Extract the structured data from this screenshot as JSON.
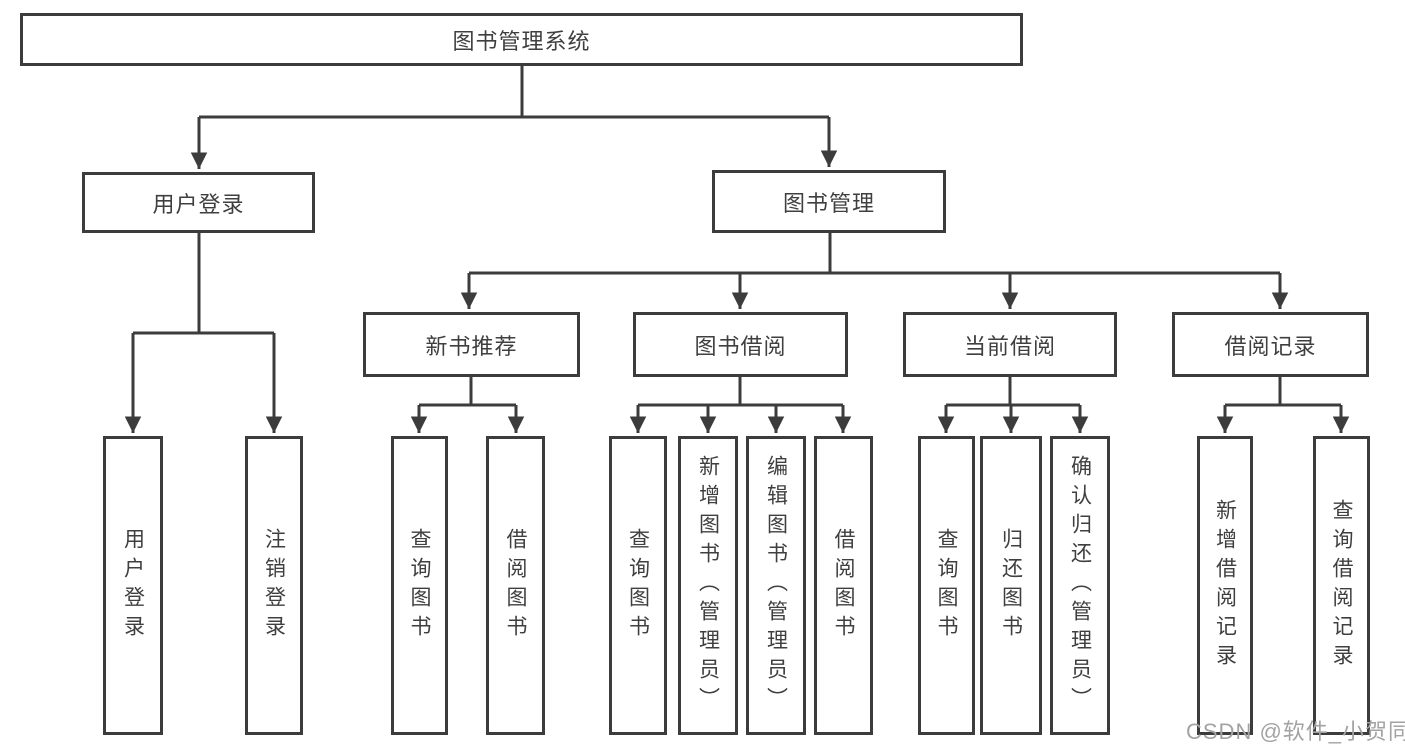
{
  "diagram": {
    "title": "图书管理系统",
    "colors": {
      "line": "#3c3c3c",
      "text": "#3f3f3f",
      "watermark": "#a3a3a3",
      "background": "#ffffff"
    },
    "tree": {
      "root": "图书管理系统",
      "branches": [
        {
          "label": "用户登录",
          "children": [
            {
              "label": "用户登录"
            },
            {
              "label": "注销登录"
            }
          ]
        },
        {
          "label": "图书管理",
          "groups": [
            {
              "label": "新书推荐",
              "children": [
                {
                  "label": "查询图书"
                },
                {
                  "label": "借阅图书"
                }
              ]
            },
            {
              "label": "图书借阅",
              "children": [
                {
                  "label": "查询图书"
                },
                {
                  "label": "新增图书（管理员）"
                },
                {
                  "label": "编辑图书（管理员）"
                },
                {
                  "label": "借阅图书"
                }
              ]
            },
            {
              "label": "当前借阅",
              "children": [
                {
                  "label": "查询图书"
                },
                {
                  "label": "归还图书"
                },
                {
                  "label": "确认归还（管理员）"
                }
              ]
            },
            {
              "label": "借阅记录",
              "children": [
                {
                  "label": "新增借阅记录"
                },
                {
                  "label": "查询借阅记录"
                }
              ]
            }
          ]
        }
      ]
    },
    "watermark": "CSDN @软件_小贺同学"
  }
}
